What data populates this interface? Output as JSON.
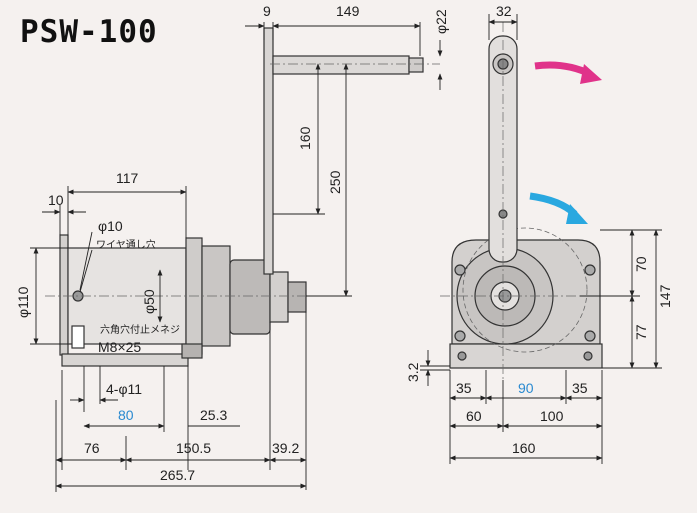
{
  "title": "PSW-100",
  "colors": {
    "accent_blue": "#2a8ad0",
    "arrow_magenta": "#e0338a",
    "arrow_cyan": "#29a8e0",
    "body_gray": "#c9c6c4"
  },
  "dims_side": {
    "d9": "9",
    "d149": "149",
    "d22": "φ22",
    "d160": "160",
    "d250": "250",
    "d117": "117",
    "d10": "10",
    "phi10": "φ10",
    "wire_hole": "ワイヤ通し穴",
    "phi110": "φ110",
    "phi50": "φ50",
    "hex_bolt": "六角穴付止メネジ",
    "m8x25": "M8×25",
    "holes": "4-φ11",
    "d80": "80",
    "d25_3": "25.3",
    "d76": "76",
    "d150_5": "150.5",
    "d39_2": "39.2",
    "d265_7": "265.7"
  },
  "dims_front": {
    "d32": "32",
    "d70": "70",
    "d77": "77",
    "d147": "147",
    "d3_2": "3.2",
    "d35a": "35",
    "d90": "90",
    "d35b": "35",
    "d60": "60",
    "d100": "100",
    "d160": "160"
  }
}
